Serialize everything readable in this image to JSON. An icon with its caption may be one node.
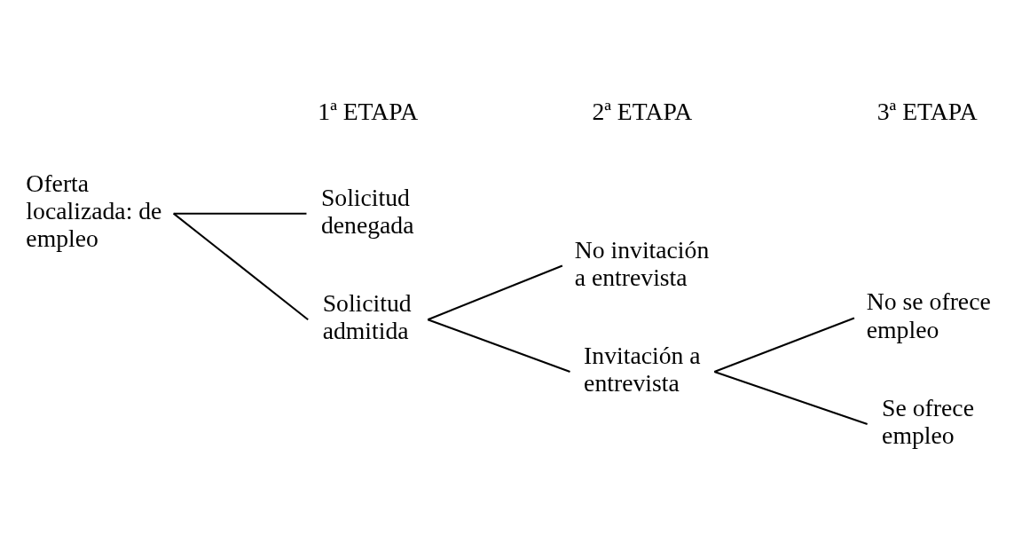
{
  "diagram": {
    "nodes": [
      {
        "text": [
          "Oferta localizada: de empleo"
        ]
      },
      {
        "text": [
          "Solicitud denegada"
        ]
      },
      {
        "text": [
          "Solicitud admitida"
        ]
      },
      {
        "text": [
          "No invitación a entrevista"
        ]
      },
      {
        "text": [
          "Invitación a entrevista"
        ]
      },
      {
        "text": [
          "No se ofrece empleo"
        ]
      },
      {
        "text": [
          "Se ofrece empleo"
        ]
      }
    ],
    "edges": [
      {
        "from": 0,
        "to": 1,
        "arrow": "none"
      },
      {
        "from": 0,
        "to": 2,
        "arrow": "none"
      },
      {
        "from": 2,
        "to": 3,
        "arrow": "none"
      },
      {
        "from": 2,
        "to": 4,
        "arrow": "none"
      },
      {
        "from": 4,
        "to": 5,
        "arrow": "none"
      },
      {
        "from": 4,
        "to": 6,
        "arrow": "none"
      }
    ],
    "labels": [
      "1ª ETAPA",
      "2ª ETAPA",
      "3ª ETAPA"
    ]
  }
}
